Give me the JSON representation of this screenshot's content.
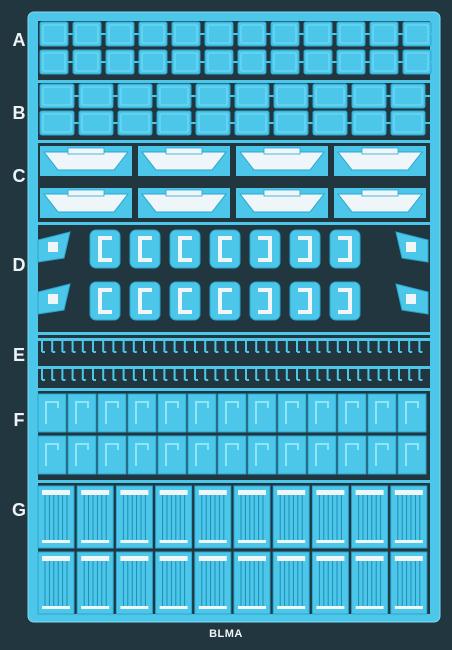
{
  "rows": [
    {
      "letter": "A",
      "part": "rectangular-panel",
      "strips": 2,
      "columns": 12
    },
    {
      "letter": "B",
      "part": "rectangular-panel",
      "strips": 2,
      "columns": 10
    },
    {
      "letter": "C",
      "part": "wide-bracket",
      "strips": 2,
      "columns": 4
    },
    {
      "letter": "D",
      "part": "c-clip",
      "strips": 2,
      "columns": 7
    },
    {
      "letter": "E",
      "part": "grab-iron",
      "strips": 2,
      "columns": 38
    },
    {
      "letter": "F",
      "part": "l-bracket",
      "strips": 2,
      "columns": 13
    },
    {
      "letter": "G",
      "part": "wire-comb",
      "strips": 2,
      "columns": 10
    }
  ],
  "maker_mark": "BLMA",
  "colors": {
    "background": "#22363f",
    "etched_brass": "#4cc7ea",
    "etched_brass_dark": "#2aa6cf",
    "bright_metal": "#eef6fa",
    "text": "#eef4f6"
  }
}
